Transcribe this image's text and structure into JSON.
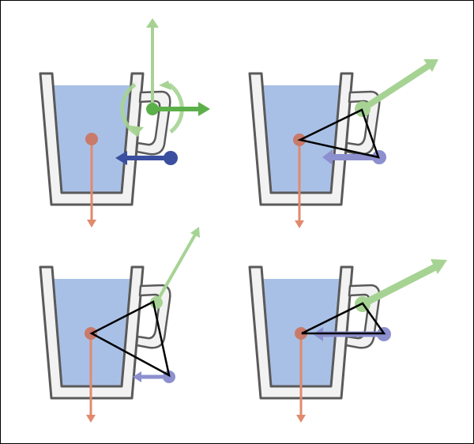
{
  "diagram": {
    "panels": [
      {
        "name": "free-body-forces-with-moments",
        "has_triangle": false
      },
      {
        "name": "force-triangle-1",
        "has_triangle": true
      },
      {
        "name": "force-triangle-2",
        "has_triangle": true
      },
      {
        "name": "force-triangle-3",
        "has_triangle": true
      }
    ],
    "colors": {
      "cup_outline": "#5a5a5a",
      "cup_wall": "#f2f2f2",
      "water": "#a9c0e6",
      "weight_force": "#e08a6e",
      "weight_dot": "#c97a6a",
      "handle_force_dark": "#5cb04a",
      "handle_force_light": "#a6d393",
      "side_force_dark": "#3a4fa0",
      "side_force_light": "#8c90cf",
      "triangle": "#000000"
    }
  }
}
